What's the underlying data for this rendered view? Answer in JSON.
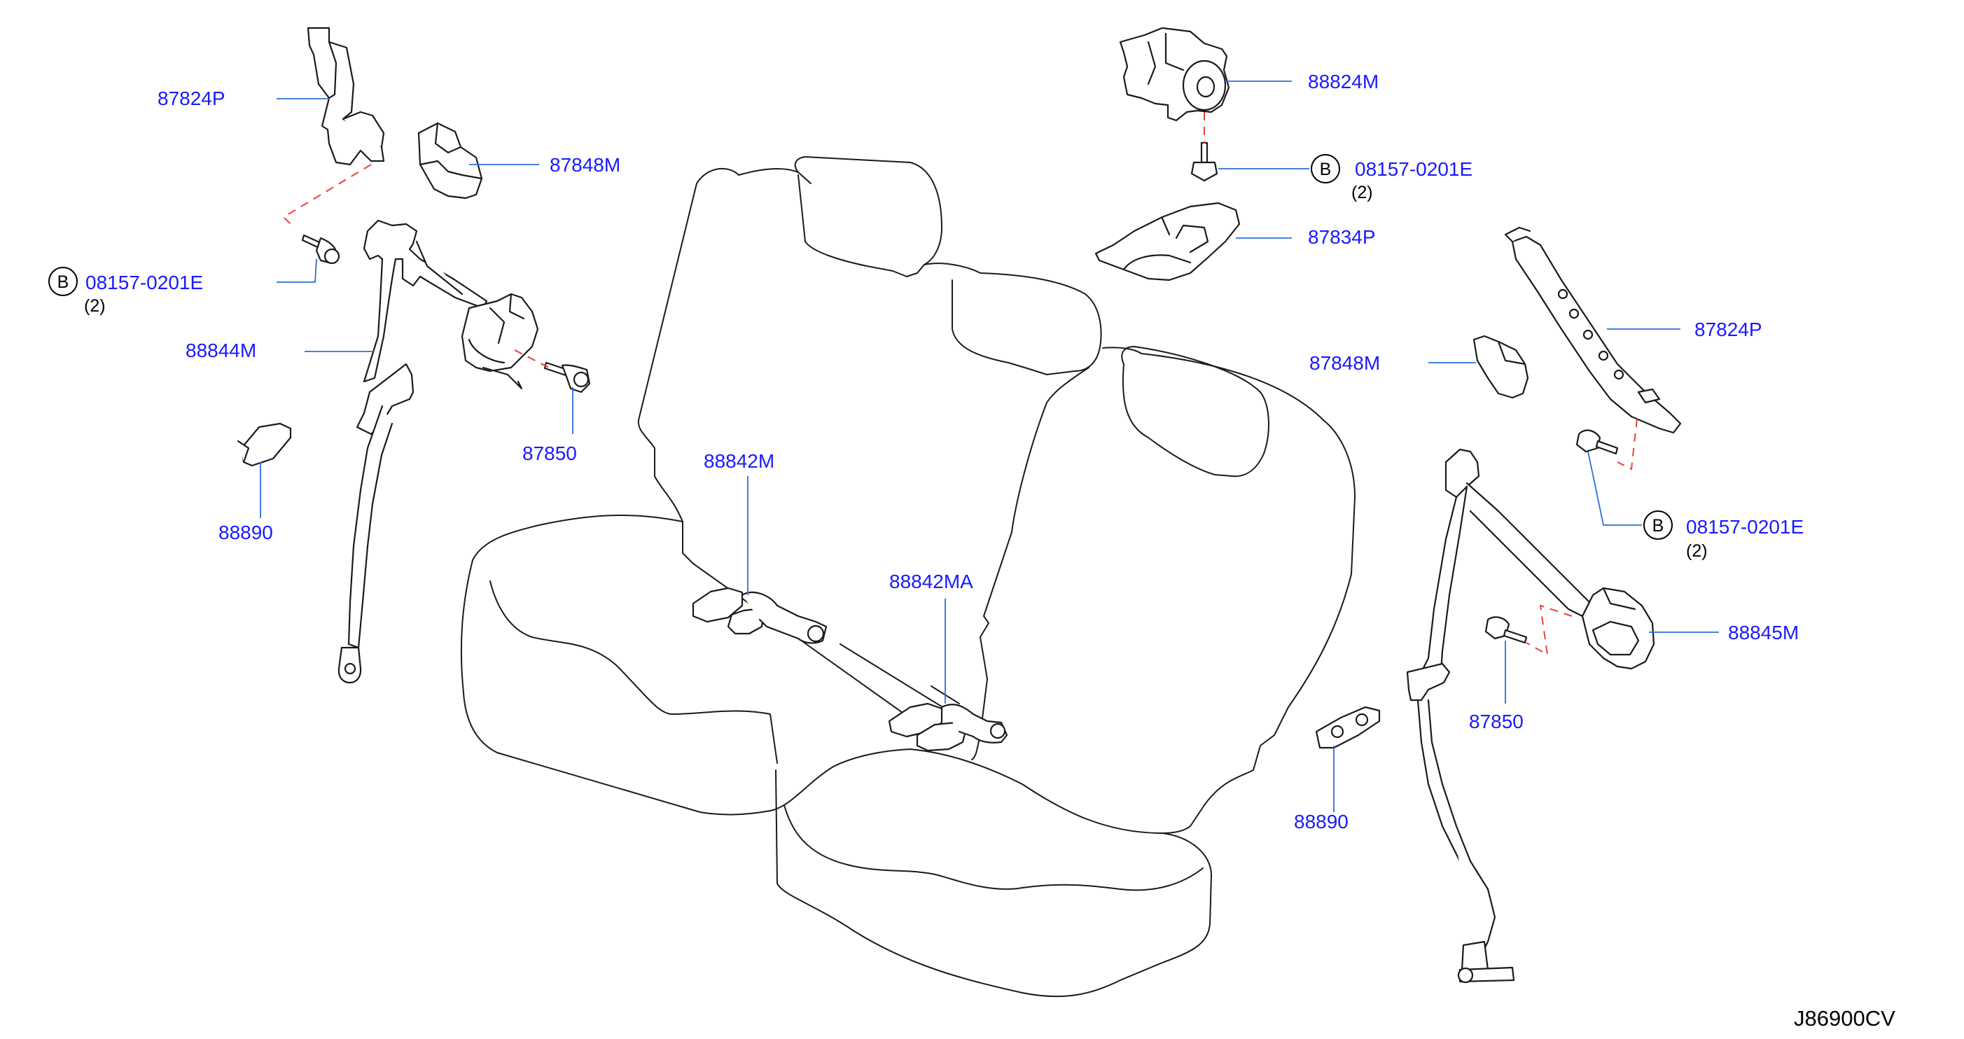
{
  "diagram": {
    "drawing_code": "J86900CV",
    "bolt_marker": "B",
    "labels": {
      "p87824p_l": "87824P",
      "p87848m_l": "87848M",
      "bolt_l": "08157-0201E",
      "bolt_l_qty": "(2)",
      "p88844m": "88844M",
      "p87850_l": "87850",
      "p88890_l": "88890",
      "p88842m": "88842M",
      "p88842ma": "88842MA",
      "p88824m": "88824M",
      "bolt_top": "08157-0201E",
      "bolt_top_qty": "(2)",
      "p87834p": "87834P",
      "p87824p_r": "87824P",
      "p87848m_r": "87848M",
      "bolt_r": "08157-0201E",
      "bolt_r_qty": "(2)",
      "p88845m": "88845M",
      "p87850_r": "87850",
      "p88890_r": "88890"
    }
  },
  "colors": {
    "label": "#1a1aff",
    "leader": "#2b6fd6",
    "dashed_guide": "#e8403a",
    "outline": "#1a1a1a"
  }
}
